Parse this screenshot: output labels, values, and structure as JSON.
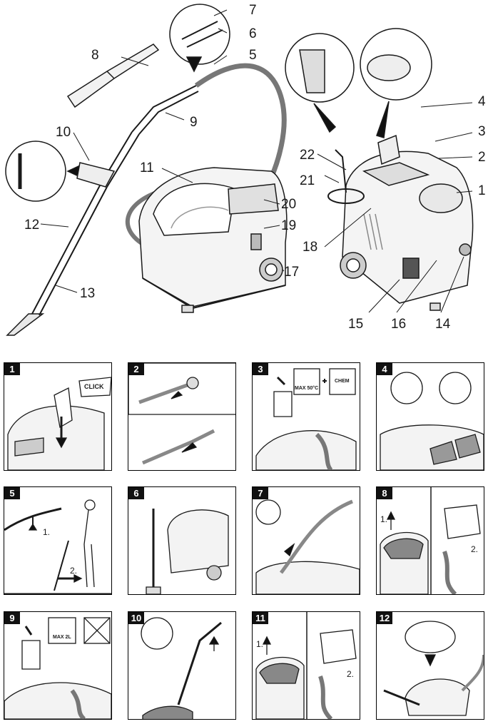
{
  "callouts": [
    "1",
    "2",
    "3",
    "4",
    "5",
    "6",
    "7",
    "8",
    "9",
    "10",
    "11",
    "12",
    "13",
    "14",
    "15",
    "16",
    "17",
    "18",
    "19",
    "20",
    "21",
    "22"
  ],
  "steps": [
    {
      "no": "1",
      "label": "CLICK"
    },
    {
      "no": "2"
    },
    {
      "no": "3",
      "label": "MAX 50°C",
      "label2": "CHEM"
    },
    {
      "no": "4"
    },
    {
      "no": "5",
      "label": "1.",
      "label2": "2."
    },
    {
      "no": "6"
    },
    {
      "no": "7"
    },
    {
      "no": "8",
      "label": "1.",
      "label2": "2."
    },
    {
      "no": "9",
      "label": "MAX 2L"
    },
    {
      "no": "10"
    },
    {
      "no": "11",
      "label": "1.",
      "label2": "2."
    },
    {
      "no": "12"
    }
  ]
}
